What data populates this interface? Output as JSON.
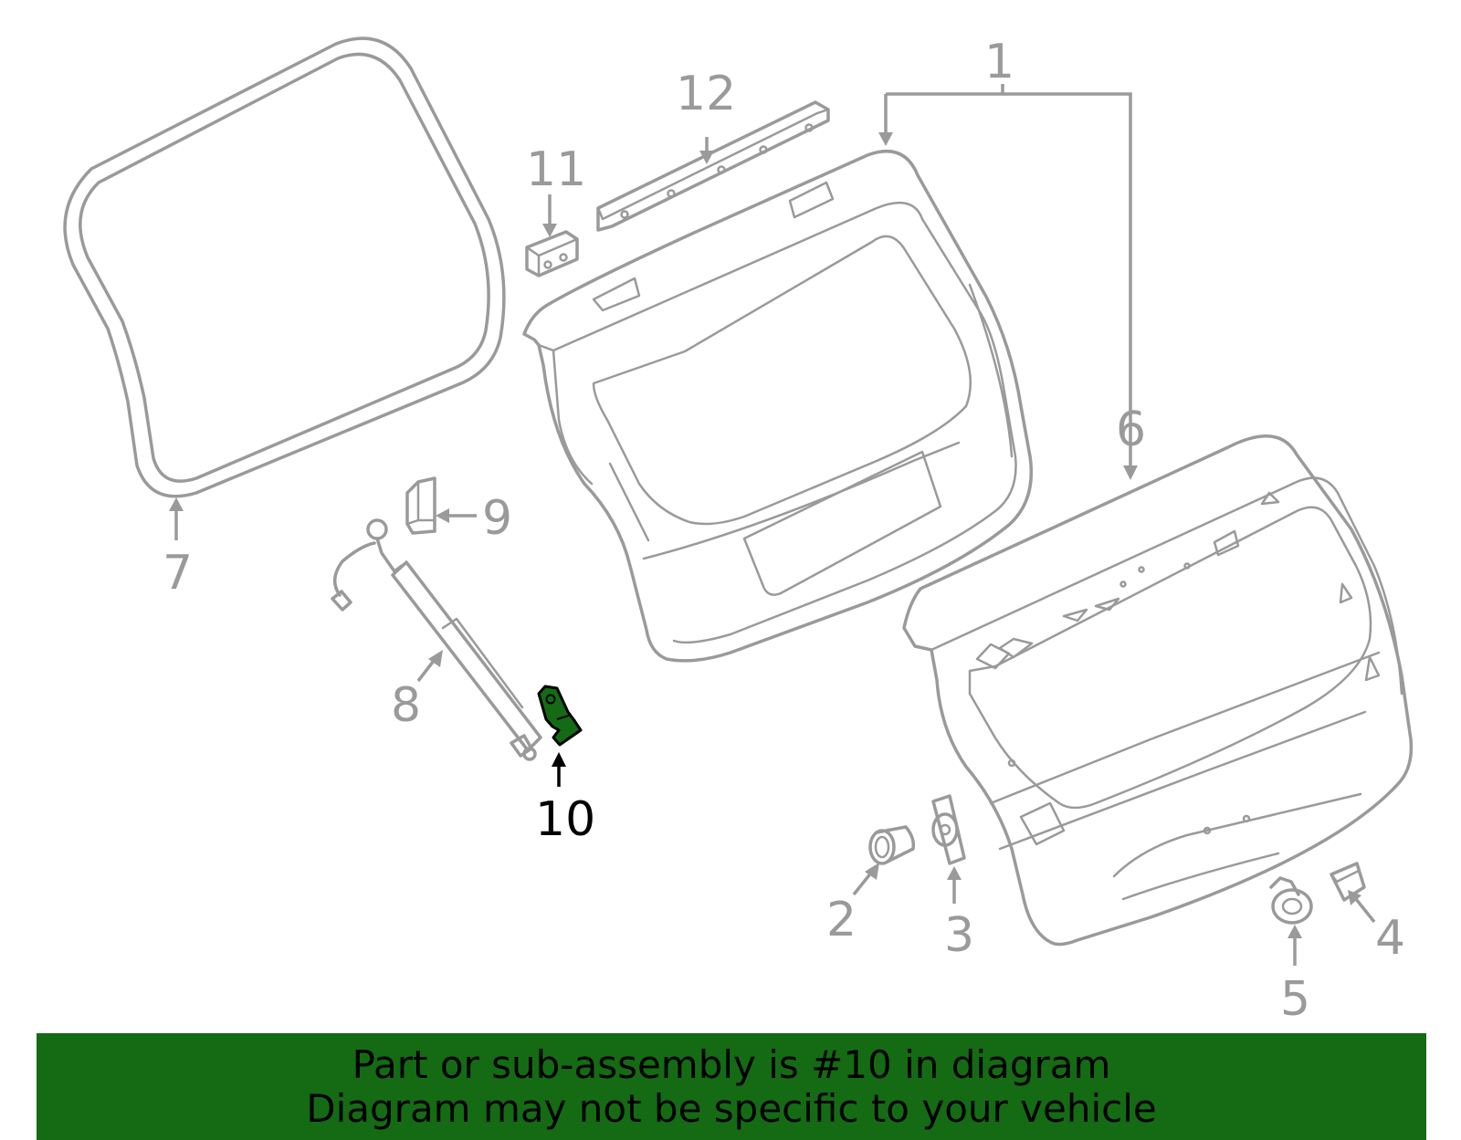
{
  "diagram": {
    "highlighted_callout": "10",
    "callouts": [
      "1",
      "2",
      "3",
      "4",
      "5",
      "6",
      "7",
      "8",
      "9",
      "10",
      "11",
      "12"
    ],
    "colors": {
      "line_art": "#9a9a9a",
      "highlight_fill": "#146b14",
      "highlight_text": "#000000",
      "background": "#ffffff"
    }
  },
  "banner": {
    "line1": "Part or sub-assembly is #10 in diagram",
    "line2": "Diagram may not be specific to your vehicle",
    "background": "#146b14"
  }
}
